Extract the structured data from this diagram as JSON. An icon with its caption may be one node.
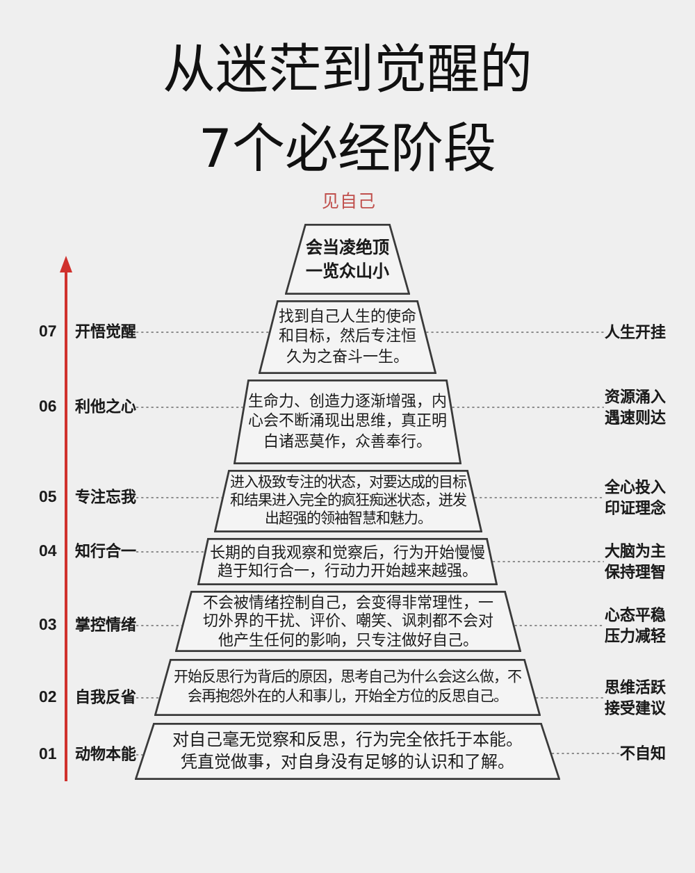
{
  "diagram": {
    "title": "从迷茫到觉醒的7个必经阶段",
    "nodes": [
      {
        "text": [
          "会当凌绝顶一览众山小"
        ],
        "beside": [
          "见自己"
        ]
      },
      {
        "text": [
          "开悟觉醒"
        ],
        "beside": [
          "07"
        ]
      },
      {
        "text": [
          "找到自己人生的使命和目标，然后专注恒久为之奋斗一生。"
        ]
      },
      {
        "text": [
          "人生开挂"
        ]
      },
      {
        "text": [
          "利他之心"
        ],
        "beside": [
          "06"
        ]
      },
      {
        "text": [
          "生命力、创造力逐渐增强，内心会不断涌现出思维，真正明白诸恶莫作，众善奉行。"
        ]
      },
      {
        "text": [
          "资源涌入遇速则达"
        ]
      },
      {
        "text": [
          "专注忘我"
        ],
        "beside": [
          "05"
        ]
      },
      {
        "text": [
          "进入极致专注的状态，对要达成的目标和结果进入完全的疯狂痴迷状态，迸发出超强的领袖智慧和魅力。"
        ]
      },
      {
        "text": [
          "全心投入印证理念"
        ]
      },
      {
        "text": [
          "知行合一"
        ],
        "beside": [
          "04"
        ]
      },
      {
        "text": [
          "长期的自我观察和觉察后，行为开始慢慢趋于知行合一，行动力开始越来越强。"
        ]
      },
      {
        "text": [
          "大脑为主保持理智"
        ]
      },
      {
        "text": [
          "掌控情绪"
        ],
        "beside": [
          "03"
        ]
      },
      {
        "text": [
          "不会被情绪控制自己，会变得非常理性，一切外界的干扰、评价、嘲笑、讽刺都不会对他产生任何的影响，只专注做好自己。"
        ]
      },
      {
        "text": [
          "心态平稳压力减轻"
        ]
      },
      {
        "text": [
          "自我反省"
        ],
        "beside": [
          "02"
        ]
      },
      {
        "text": [
          "开始反思行为背后的原因，思考自己为什么会这么做，不会再抱怨外在的人和事儿，开始全方位的反思自己。"
        ]
      },
      {
        "text": [
          "思维活跃接受建议"
        ]
      },
      {
        "text": [
          "动物本能"
        ],
        "beside": [
          "01"
        ]
      },
      {
        "text": [
          "对自己毫无觉察和反思，行为完全依托于本能。凭直觉做事，对自身没有足够的认识和了解。"
        ]
      },
      {
        "text": [
          "不自知"
        ]
      }
    ],
    "edges": [
      {
        "from": 1,
        "to": 2,
        "arrow": "none",
        "style": "dashed"
      },
      {
        "from": 2,
        "to": 3,
        "arrow": "none",
        "style": "dashed"
      },
      {
        "from": 4,
        "to": 5,
        "arrow": "none",
        "style": "dashed"
      },
      {
        "from": 5,
        "to": 6,
        "arrow": "none",
        "style": "dashed"
      },
      {
        "from": 7,
        "to": 8,
        "arrow": "none",
        "style": "dashed"
      },
      {
        "from": 8,
        "to": 9,
        "arrow": "none",
        "style": "dashed"
      },
      {
        "from": 10,
        "to": 11,
        "arrow": "none",
        "style": "dashed"
      },
      {
        "from": 11,
        "to": 12,
        "arrow": "none",
        "style": "dashed"
      },
      {
        "from": 13,
        "to": 14,
        "arrow": "none",
        "style": "dashed"
      },
      {
        "from": 14,
        "to": 15,
        "arrow": "none",
        "style": "dashed"
      },
      {
        "from": 16,
        "to": 17,
        "arrow": "none",
        "style": "dashed"
      },
      {
        "from": 17,
        "to": 18,
        "arrow": "none",
        "style": "dashed"
      },
      {
        "from": 19,
        "to": 20,
        "arrow": "none",
        "style": "dashed"
      },
      {
        "from": 20,
        "to": 21,
        "arrow": "none",
        "style": "dashed"
      }
    ]
  }
}
